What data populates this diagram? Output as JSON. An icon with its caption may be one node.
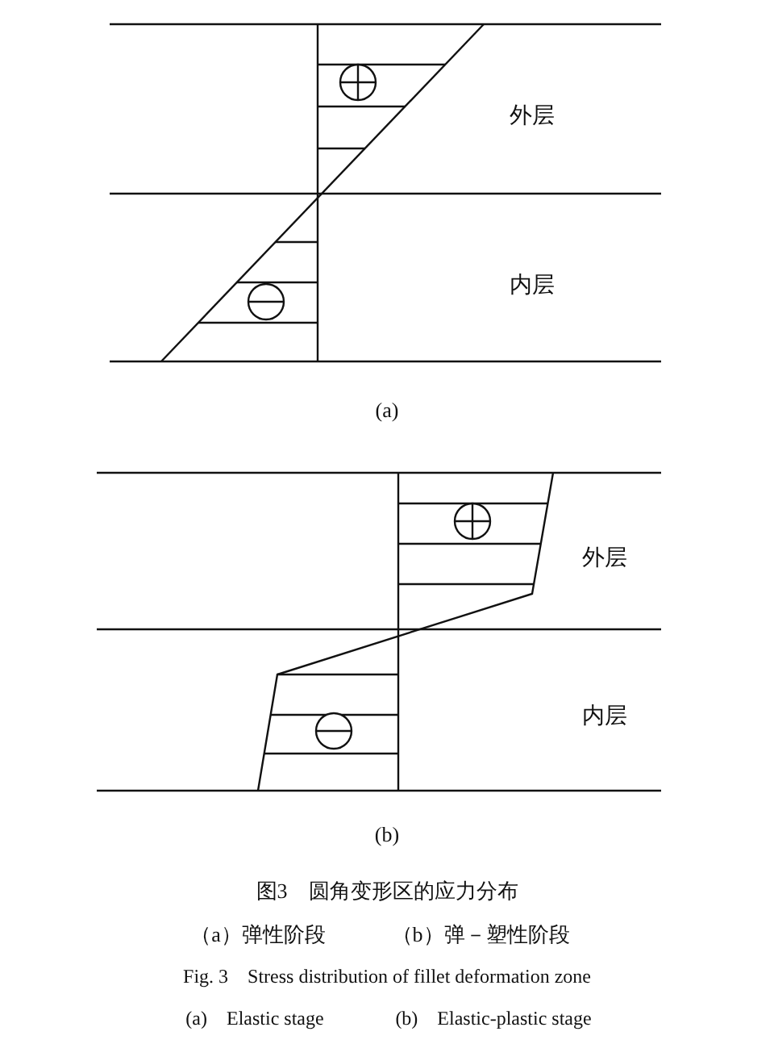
{
  "diagram": {
    "labels": [
      "外层",
      "内层",
      "(a)",
      "外层",
      "内层",
      "(b)",
      "图3　圆角变形区的应力分布",
      "（a）弹性阶段",
      "（b）弹－塑性阶段",
      "Fig. 3　Stress distribution of fillet deformation zone",
      "(a)　Elastic stage",
      "(b)　Elastic-plastic stage"
    ]
  }
}
